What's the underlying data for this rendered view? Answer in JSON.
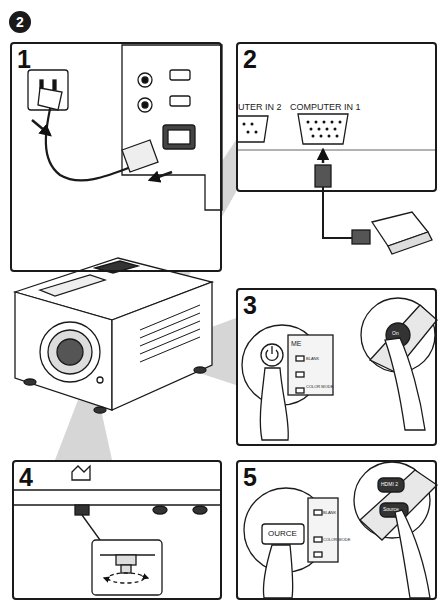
{
  "diagram": {
    "nodes": [
      {
        "text": [
          "2"
        ]
      },
      {
        "text": [
          "1"
        ]
      },
      {
        "text": [
          "2"
        ]
      },
      {
        "text": [
          "3"
        ]
      },
      {
        "text": [
          "4"
        ]
      },
      {
        "text": [
          "5"
        ]
      }
    ],
    "labels": [
      "UTER IN 2",
      "COMPUTER IN 1",
      "ME",
      "BLANK",
      "COLOR MODE",
      "On",
      "OURCE",
      "BLANK",
      "COLOR MODE",
      "HDMI 2",
      "Source"
    ]
  }
}
